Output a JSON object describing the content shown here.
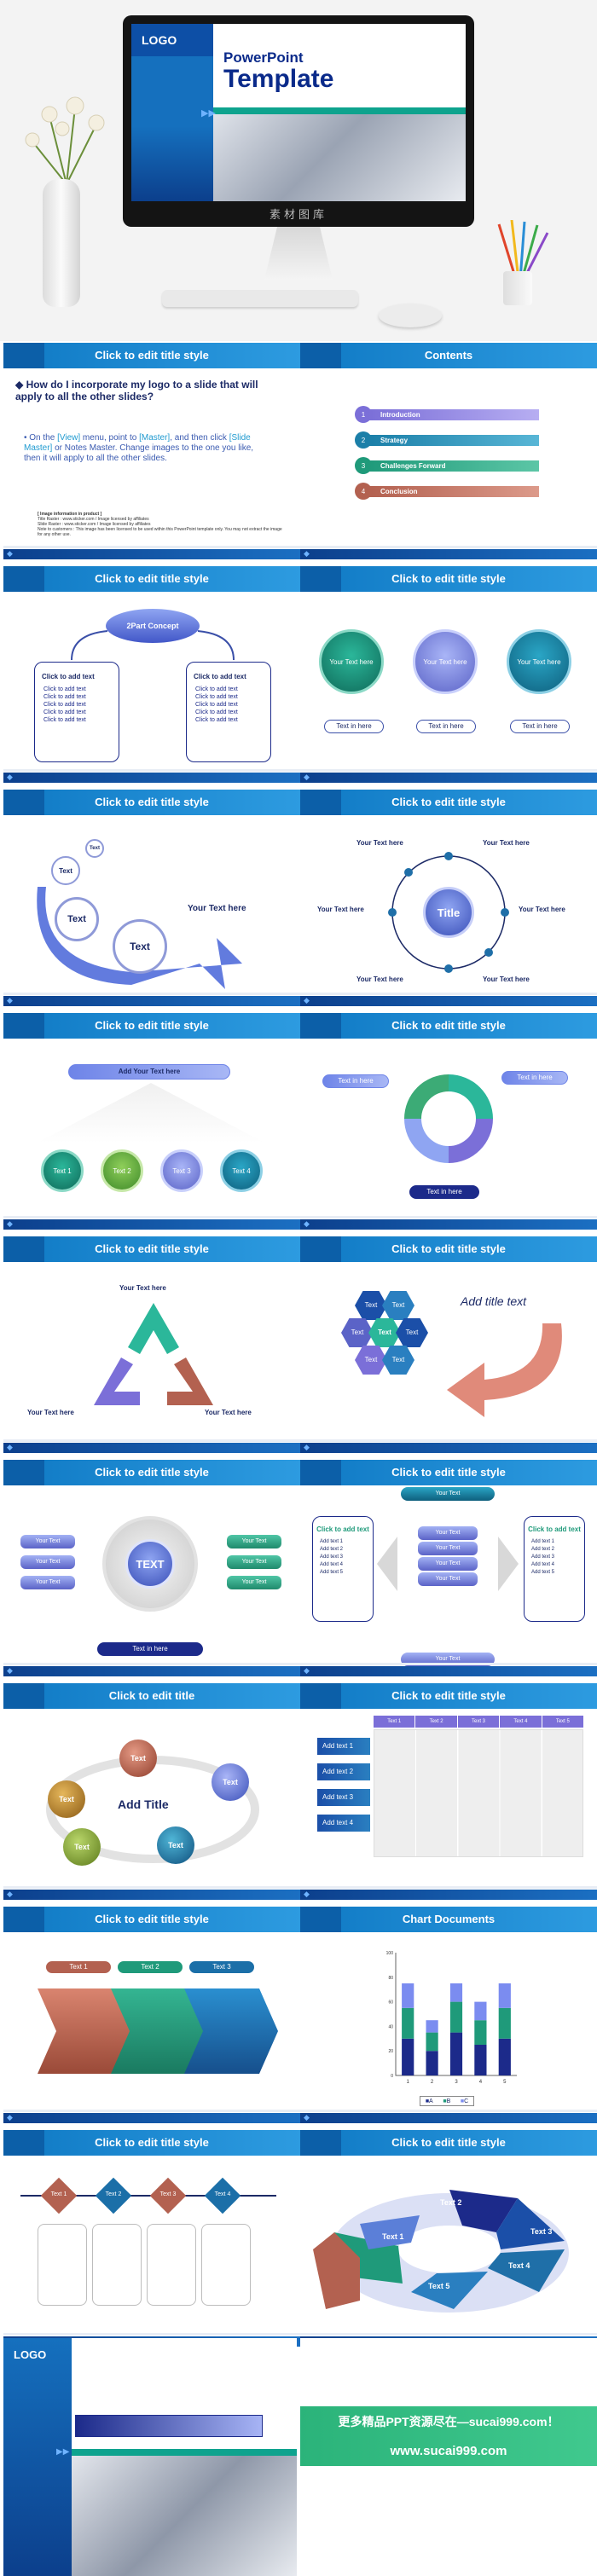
{
  "hero": {
    "logo": "LOGO",
    "title_line1": "PowerPoint",
    "title_line2": "Template",
    "bezel_text": "素材图库"
  },
  "slides": {
    "s1": {
      "title": "Click to edit title style",
      "question": "How do I incorporate my logo to a slide that will apply to all the other slides?",
      "answer_pre": "On the ",
      "answer_view": "[View]",
      "answer_mid": " menu, point to ",
      "answer_master": "[Master]",
      "answer_and": ", and then click ",
      "answer_slide_master": "[Slide Master]",
      "answer_post": " or Notes Master. Change images to the one you like, then it will apply to all the other slides.",
      "info_header": "[ Image information in product ]",
      "info_1": "Title Raster : www.sticker.com / Image licensed by affiliates",
      "info_2": "Slide Raster : www.sticker.com / Image licensed by affiliates",
      "info_3": "Note to customers : This image has been licensed to be used within this PowerPoint template only. You may not extract the image for any other use."
    },
    "s2": {
      "title": "Contents",
      "items": [
        {
          "num": "1",
          "label": "Introduction",
          "color": "#7b6fd8"
        },
        {
          "num": "2",
          "label": "Strategy",
          "color": "#1b7fa8"
        },
        {
          "num": "3",
          "label": "Challenges Forward",
          "color": "#1f9a7a"
        },
        {
          "num": "4",
          "label": "Conclusion",
          "color": "#b36150"
        }
      ]
    },
    "s3": {
      "title": "Click to edit title style",
      "concept": "2Part Concept",
      "left_head": "Click to add text",
      "right_head": "Click to add text",
      "bullets": [
        "Click to add text",
        "Click to add text",
        "Click to add text",
        "Click to add text",
        "Click to add text"
      ]
    },
    "s4": {
      "title": "Click to edit title style",
      "circles": [
        "Your Text here",
        "Your Text here",
        "Your Text here"
      ],
      "pills": [
        "Text in here",
        "Text in here",
        "Text in here"
      ]
    },
    "s5": {
      "title": "Click to edit title style",
      "t1": "Text",
      "t2": "Text",
      "t3": "Text",
      "t4": "Text",
      "your_text": "Your Text here"
    },
    "s6": {
      "title": "Click to edit title style",
      "center": "Title",
      "labels": [
        "Your Text here",
        "Your Text here",
        "Your Text here",
        "Your Text here",
        "Your Text here",
        "Your Text here"
      ]
    },
    "s7": {
      "title": "Click to edit title style",
      "header": "Add Your Text here",
      "circles": [
        "Text 1",
        "Text 2",
        "Text 3",
        "Text 4"
      ]
    },
    "s8": {
      "title": "Click to edit title style",
      "pill_left": "Text in here",
      "pill_right": "Text in here",
      "pill_bottom": "Text in here"
    },
    "s9": {
      "title": "Click to edit title style",
      "top": "Your Text here",
      "left": "Your Text here",
      "right": "Your Text here"
    },
    "s10": {
      "title": "Click to edit title style",
      "hex": [
        "Text",
        "Text",
        "Text",
        "Text",
        "Text",
        "Text",
        "Text"
      ],
      "add_title": "Add title text"
    },
    "s11": {
      "title": "Click to edit title style",
      "center": "TEXT",
      "left": [
        "Your Text",
        "Your Text",
        "Your Text"
      ],
      "right": [
        "Your Text",
        "Your Text",
        "Your Text"
      ],
      "bottom": "Text in here"
    },
    "s12": {
      "title": "Click to edit title style",
      "stack": [
        "Your Text",
        "Your Text",
        "Your Text",
        "Your Text",
        "Your Text"
      ],
      "top": "Your Text",
      "bottom": "Your Text",
      "side_head": "Click to add text",
      "side_items": [
        "Add text 1",
        "Add text 2",
        "Add text 3",
        "Add text 4",
        "Add text 5"
      ]
    },
    "s13": {
      "title": "Click to edit title",
      "center": "Add Title",
      "balls": [
        "Text",
        "Text",
        "Text",
        "Text",
        "Text"
      ]
    },
    "s14": {
      "title": "Click to edit title style",
      "cols": [
        "Text 1",
        "Text 2",
        "Text 3",
        "Text 4",
        "Text 5"
      ],
      "rows": [
        "Add text 1",
        "Add text 2",
        "Add text 3",
        "Add text 4"
      ]
    },
    "s15": {
      "title": "Click to edit title style",
      "labels": [
        "Text 1",
        "Text 2",
        "Text 3"
      ]
    },
    "s16": {
      "title": "Chart Documents",
      "legend": [
        "A",
        "B",
        "C"
      ]
    },
    "s17": {
      "title": "Click to edit title style",
      "labels": [
        "Text 1",
        "Text 2",
        "Text 3",
        "Text 4"
      ]
    },
    "s18": {
      "title": "Click to edit title style",
      "labels": [
        "Text 1",
        "Text 2",
        "Text 3",
        "Text 4",
        "Text 5"
      ]
    }
  },
  "footer": {
    "logo": "LOGO",
    "promo": "更多精品PPT资源尽在—sucai999.com！",
    "url": "www.sucai999.com"
  },
  "colors": {
    "band": "#0f79c4",
    "navy": "#1c2a8a",
    "teal": "#1f9a7a",
    "rust": "#b36150",
    "violet": "#7b6fd8",
    "green_banner": "#2bb37a"
  },
  "chart_data": {
    "type": "bar",
    "categories": [
      "1",
      "2",
      "3",
      "4",
      "5"
    ],
    "series": [
      {
        "name": "A",
        "values": [
          30,
          20,
          35,
          25,
          30
        ]
      },
      {
        "name": "B",
        "values": [
          25,
          15,
          25,
          20,
          25
        ]
      },
      {
        "name": "C",
        "values": [
          20,
          10,
          15,
          15,
          20
        ]
      }
    ],
    "ylim": [
      0,
      100
    ],
    "yticks": [
      0,
      20,
      40,
      60,
      80,
      100
    ]
  }
}
